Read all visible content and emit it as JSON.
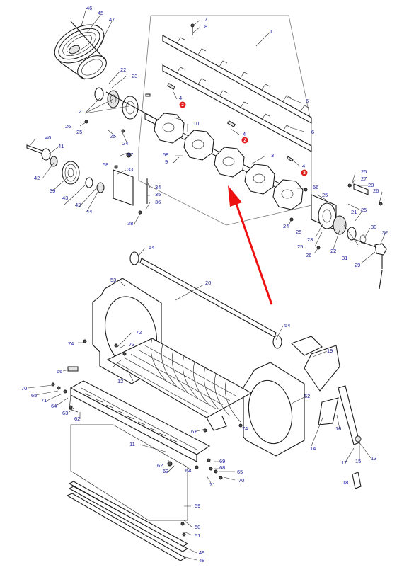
{
  "colors": {
    "label": "#1c1c9a",
    "highlight_marker": "#e02020",
    "arrow": "#ee1111",
    "line": "#1a1a1a"
  },
  "highlight_label": "2",
  "labels": {
    "l1": "1",
    "l3": "3",
    "l4a": "4",
    "l4b": "4",
    "l4c": "4",
    "l5": "5",
    "l6": "6",
    "l7": "7",
    "l8": "8",
    "l9": "9",
    "l10": "10",
    "l11": "11",
    "l12": "12",
    "l13": "13",
    "l14": "14",
    "l15": "15",
    "l16": "16",
    "l17": "17",
    "l18": "18",
    "l19": "19",
    "l20": "20",
    "l21a": "21",
    "l21b": "21",
    "l22a": "22",
    "l22b": "22",
    "l23a": "23",
    "l23b": "23",
    "l24a": "24",
    "l24b": "24",
    "l25a": "25",
    "l25b": "25",
    "l25c": "25",
    "l25d": "25",
    "l25e": "25",
    "l25f": "25",
    "l26a": "26",
    "l26b": "26",
    "l26c": "26",
    "l27": "27",
    "l28": "28",
    "l29": "29",
    "l30": "30",
    "l31": "31",
    "l32": "32",
    "l33": "33",
    "l34": "34",
    "l35": "35",
    "l36": "36",
    "l37": "37",
    "l38": "38",
    "l39": "39",
    "l40": "40",
    "l41": "41",
    "l42a": "42",
    "l42b": "42",
    "l43": "43",
    "l44": "44",
    "l45": "45",
    "l46": "46",
    "l47": "47",
    "l48": "48",
    "l49": "49",
    "l50": "50",
    "l51": "51",
    "l52": "52",
    "l53": "53",
    "l54a": "54",
    "l54b": "54",
    "l56": "56",
    "l58a": "58",
    "l58b": "58",
    "l59": "59",
    "l62a": "62",
    "l62b": "62",
    "l63a": "63",
    "l63b": "63",
    "l64a": "64",
    "l64b": "64",
    "l65a": "65",
    "l65b": "65",
    "l66": "66",
    "l67": "67",
    "l68": "68",
    "l69": "69",
    "l70a": "70",
    "l70b": "70",
    "l71a": "71",
    "l71b": "71",
    "l72": "72",
    "l73": "73",
    "l74a": "74",
    "l74b": "74"
  }
}
